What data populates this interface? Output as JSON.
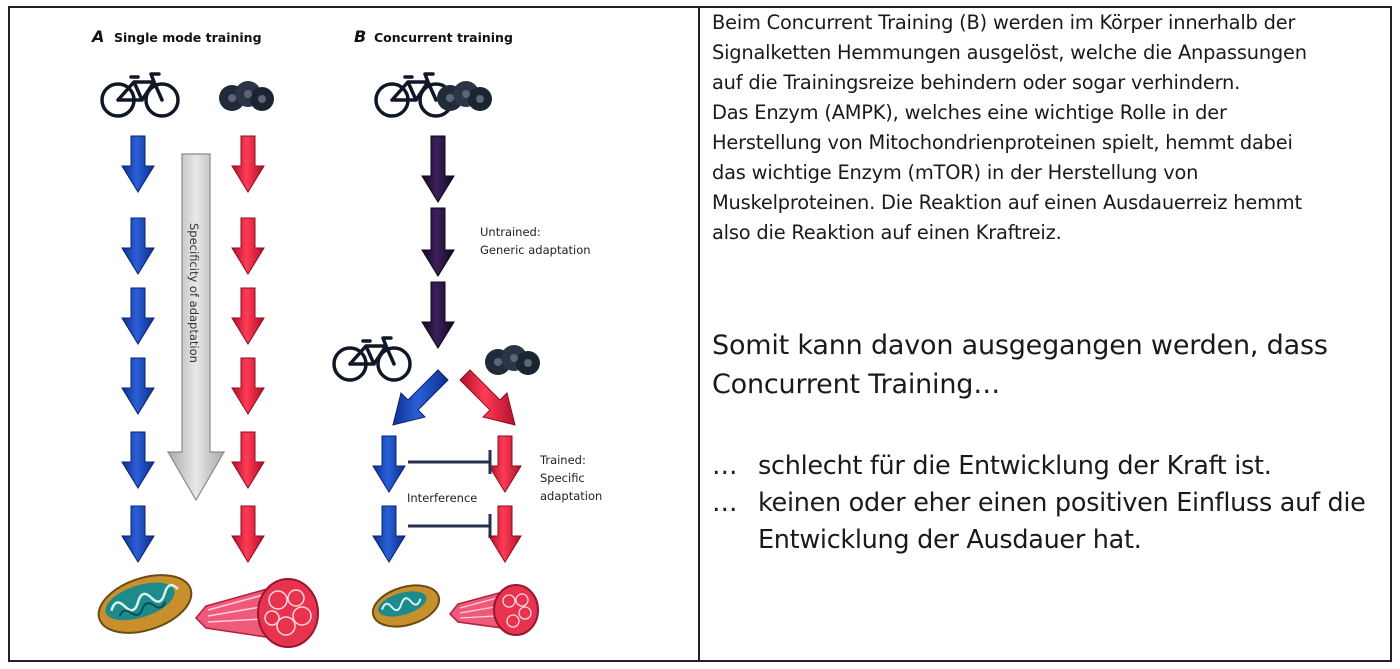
{
  "figure": {
    "panel_a": {
      "letter": "A",
      "title": "Single mode training"
    },
    "panel_b": {
      "letter": "B",
      "title": "Concurrent training"
    },
    "specificity_label": "Specificity of adaptation",
    "untrained_label": [
      "Untrained:",
      "Generic adaptation"
    ],
    "trained_label": [
      "Trained:",
      "Specific",
      "adaptation"
    ],
    "interference_label": "Interference",
    "colors": {
      "endurance": "#1a44b8",
      "strength": "#e8223a",
      "concurrent": "#2a1240",
      "specificity": "#cfcfcf"
    },
    "icons": [
      "bicycle-icon",
      "dumbbell-weights-icon",
      "mitochondrion-icon",
      "muscle-fiber-icon"
    ]
  },
  "text": {
    "paragraph_lines": [
      "Beim Concurrent Training (B) werden im Körper innerhalb der",
      "Signalketten Hemmungen ausgelöst, welche die Anpassungen",
      "auf die Trainingsreize behindern oder sogar verhindern.",
      "Das Enzym (AMPK), welches eine wichtige Rolle in der",
      "Herstellung von Mitochondrienproteinen spielt, hemmt dabei",
      "das wichtige Enzym (mTOR) in der Herstellung von",
      "Muskelproteinen. Die Reaktion auf einen Ausdauerreiz hemmt",
      "also die Reaktion auf einen Kraftreiz."
    ],
    "conclusion_lines": [
      "Somit kann davon ausgegangen werden, dass",
      "Concurrent Training…"
    ],
    "options": [
      {
        "marker": "…",
        "text": "schlecht für die Entwicklung der Kraft ist."
      },
      {
        "marker": "…",
        "text": "keinen oder eher einen positiven Einfluss auf die Entwicklung der Ausdauer hat."
      }
    ]
  }
}
